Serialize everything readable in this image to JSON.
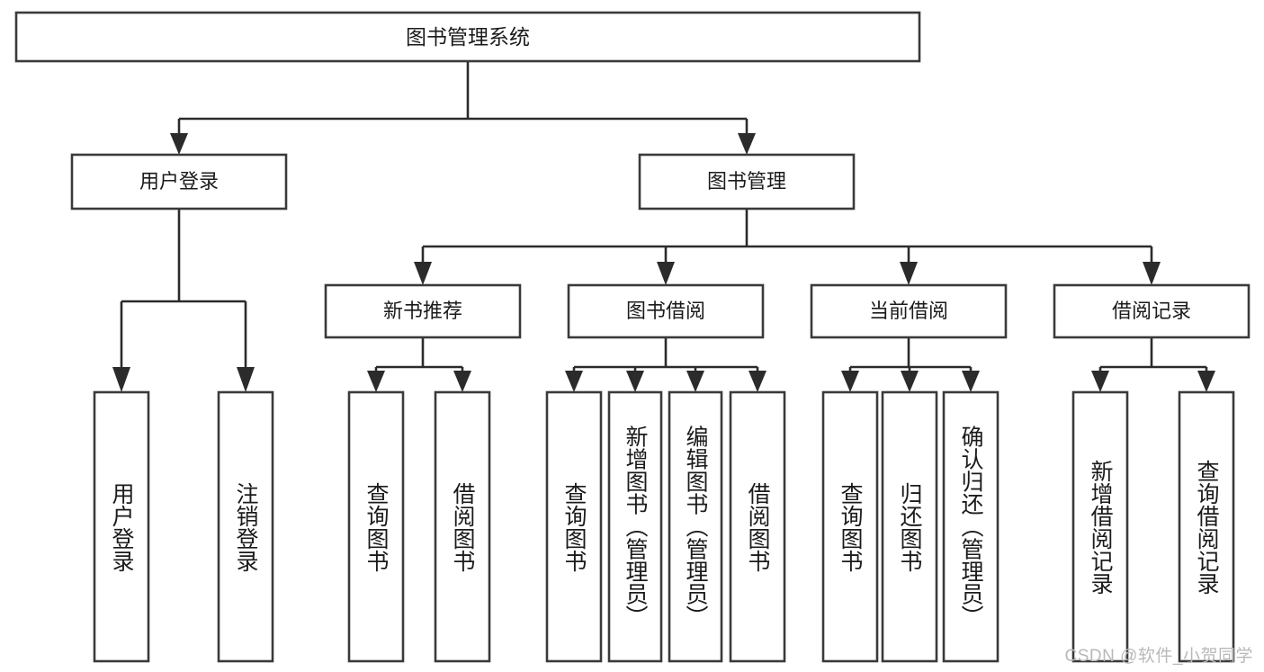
{
  "diagram": {
    "title": "图书管理系统",
    "type": "tree",
    "watermark": "CSDN @软件_小贺同学",
    "colors": {
      "box_stroke": "#3a3a3a",
      "link_stroke": "#2b2b2b",
      "box_fill": "#ffffff",
      "text": "#1b1b1b",
      "watermark": "#b9b9b9"
    },
    "root": {
      "label": "图书管理系统"
    },
    "level2": [
      {
        "label": "用户登录"
      },
      {
        "label": "图书管理"
      }
    ],
    "level3": [
      {
        "label": "新书推荐"
      },
      {
        "label": "图书借阅"
      },
      {
        "label": "当前借阅"
      },
      {
        "label": "借阅记录"
      }
    ],
    "leaves": {
      "user_login": [
        {
          "label": "用户登录"
        },
        {
          "label": "注销登录"
        }
      ],
      "new_book_recommend": [
        {
          "label": "查询图书"
        },
        {
          "label": "借阅图书"
        }
      ],
      "book_borrow": [
        {
          "label": "查询图书"
        },
        {
          "label": "新增图书（管理员）"
        },
        {
          "label": "编辑图书（管理员）"
        },
        {
          "label": "借阅图书"
        }
      ],
      "current_borrow": [
        {
          "label": "查询图书"
        },
        {
          "label": "归还图书"
        },
        {
          "label": "确认归还（管理员）"
        }
      ],
      "borrow_records": [
        {
          "label": "新增借阅记录"
        },
        {
          "label": "查询借阅记录"
        }
      ]
    }
  }
}
